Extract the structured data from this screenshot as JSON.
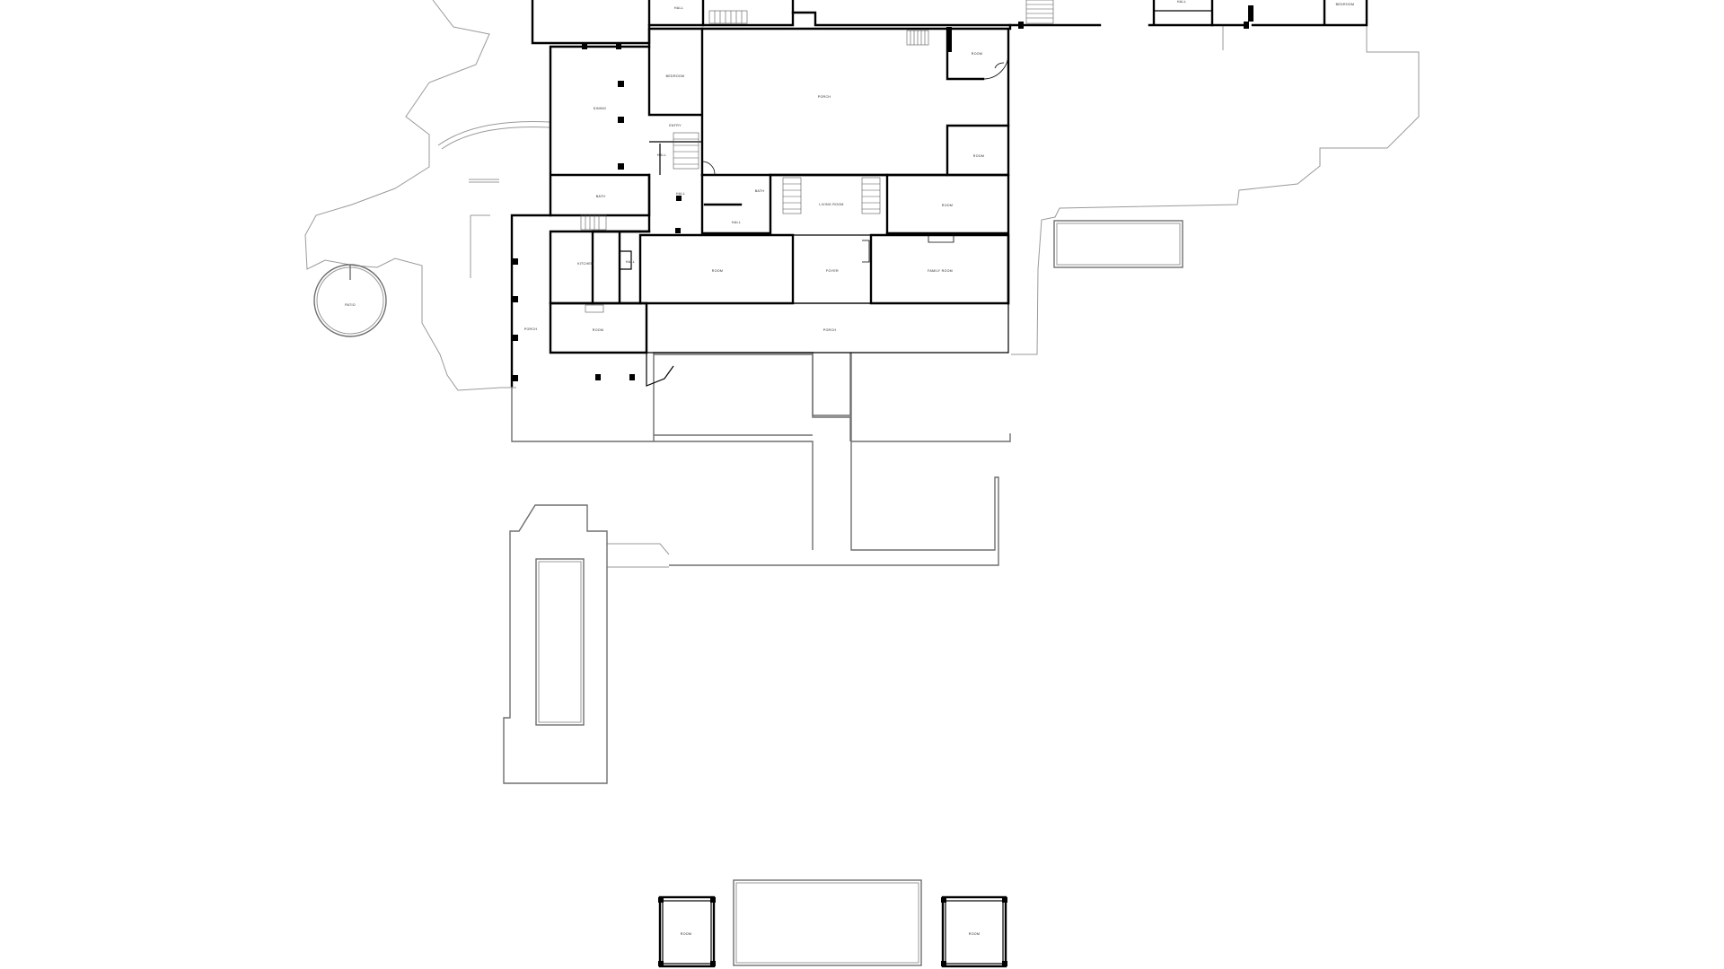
{
  "rooms": {
    "hall_top_a": "HALL",
    "hall_top_b": "HALL",
    "bedroom_top_right": "BEDROOM",
    "bedroom": "BEDROOM",
    "dining": "DINING",
    "porch_upper": "PORCH",
    "room_upper_right": "ROOM",
    "entry": "ENTRY",
    "hall_small": "HALL",
    "room_right_mid": "ROOM",
    "bath": "BATH",
    "hall_center": "HALL",
    "bath_small": "BATH",
    "living_room": "LIVING ROOM",
    "room_east": "ROOM",
    "hall_lower": "HALL",
    "kitchen": "KITCHEN",
    "hall_kitchen": "HALL",
    "room_center": "ROOM",
    "foyer": "FOYER",
    "family_room": "FAMILY ROOM",
    "patio": "PATIO",
    "porch_west": "PORCH",
    "room_south_west": "ROOM",
    "porch_south": "PORCH",
    "room_pavilion_left": "ROOM",
    "room_pavilion_right": "ROOM"
  }
}
